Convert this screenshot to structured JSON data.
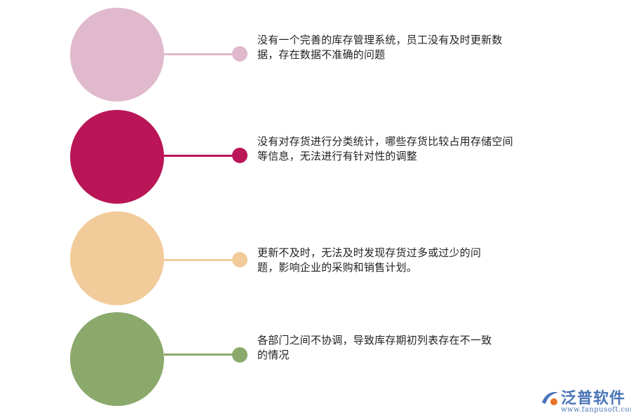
{
  "items": [
    {
      "text": "没有一个完善的库存管理系统，员工没有及时更新数据，存在数据不准确的问题",
      "color": "#e0b9cd"
    },
    {
      "text": "没有对存货进行分类统计，哪些存货比较占用存储空间等信息，无法进行有针对性的调整",
      "color": "#b91557"
    },
    {
      "text": "更新不及时，无法及时发现存货过多或过少的问题，影响企业的采购和销售计划。",
      "color": "#f2cb9a"
    },
    {
      "text": "各部门之间不协调，导致库存期初列表存在不一致的情况",
      "color": "#8aa96b"
    }
  ],
  "logo": {
    "name": "泛普软件",
    "url": "www.fanpusoft.com",
    "color": "#4a74b8",
    "accent": "#e8742c"
  }
}
